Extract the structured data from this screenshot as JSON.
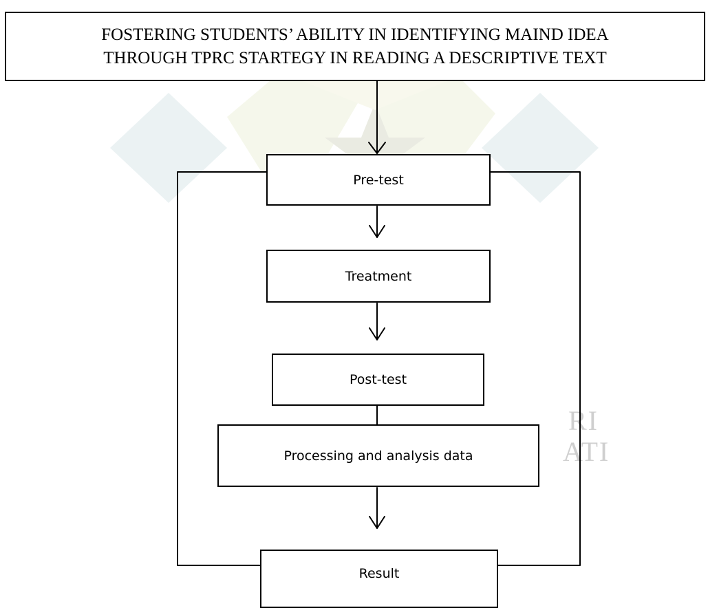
{
  "title": {
    "line1": "FOSTERING STUDENTS’ ABILITY IN IDENTIFYING MAIND IDEA",
    "line2": "THROUGH TPRC STARTEGY IN READING A DESCRIPTIVE TEXT"
  },
  "steps": {
    "pretest": "Pre-test",
    "treatment": "Treatment",
    "posttest": "Post-test",
    "processing": "Processing and analysis data",
    "result": "Result"
  },
  "watermark": {
    "line1": "RI",
    "line2": "ATI",
    "color": "#cfcfcf",
    "shape_colors": [
      "#dbe8ea",
      "#f3f4df"
    ]
  },
  "colors": {
    "stroke": "#000000",
    "background": "#ffffff"
  }
}
